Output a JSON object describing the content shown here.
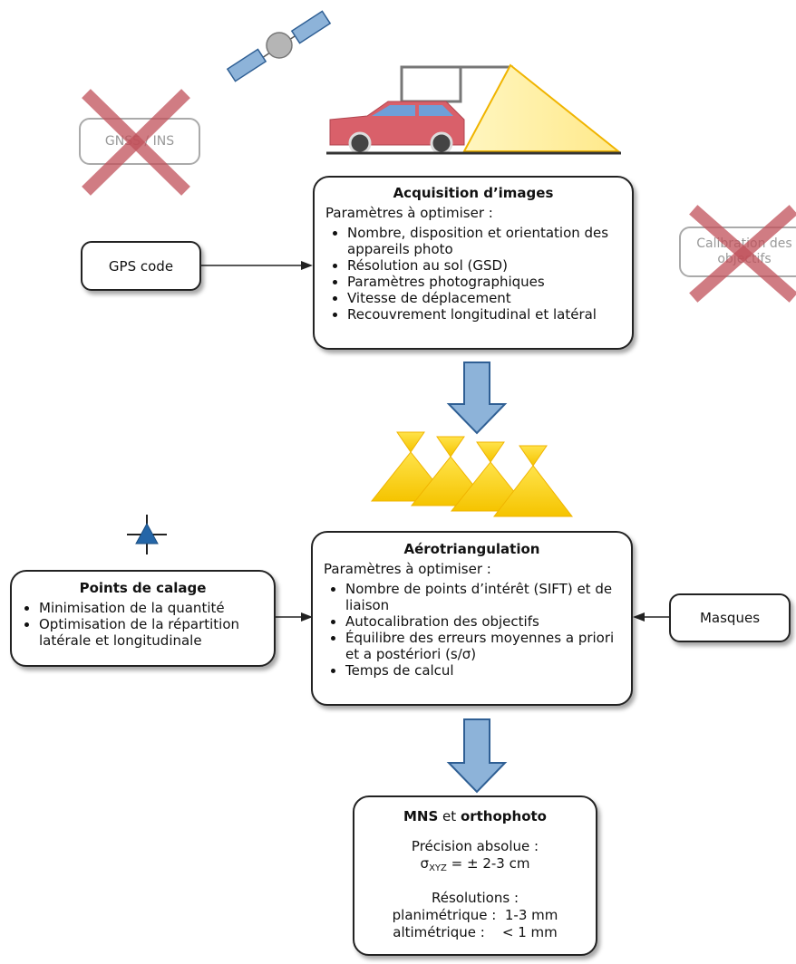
{
  "gnss": {
    "label": "GNSS / INS"
  },
  "calibration": {
    "label": "Calibration des objectifs"
  },
  "gps": {
    "label": "GPS code"
  },
  "acquisition": {
    "title": "Acquisition d’images",
    "subtitle": "Paramètres à optimiser :",
    "items": [
      "Nombre, disposition et orientation des appareils photo",
      "Résolution au sol (GSD)",
      "Paramètres photographiques",
      "Vitesse de déplacement",
      "Recouvrement longitudinal et latéral"
    ]
  },
  "points": {
    "title": "Points de calage",
    "items": [
      "Minimisation de la quantité",
      "Optimisation de la répartition latérale et longitudinale"
    ]
  },
  "aero": {
    "title": "Aérotriangulation",
    "subtitle": "Paramètres à optimiser :",
    "items": [
      "Nombre de points d’intérêt (SIFT) et de liaison",
      "Autocalibration des objectifs",
      "Équilibre des erreurs moyennes a priori et a postériori (s/σ)",
      "Temps de calcul"
    ]
  },
  "masques": {
    "label": "Masques"
  },
  "mns": {
    "title_bold1": "MNS",
    "title_mid": " et ",
    "title_bold2": "orthophoto",
    "precision_label": "Précision absolue :",
    "sigma": "σ",
    "sigma_sub": "XYZ",
    "sigma_value": " = ± 2-3 cm",
    "resolutions_label": "Résolutions :",
    "plan": "planimétrique :  1-3 mm",
    "alti": "altimétrique :    < 1 mm"
  },
  "colors": {
    "arrow_fill": "#8db3d9",
    "arrow_stroke": "#2f5f94",
    "cone_yellow": "#f5c400",
    "car_red": "#d9606a",
    "cross_red": "#c0505a"
  }
}
